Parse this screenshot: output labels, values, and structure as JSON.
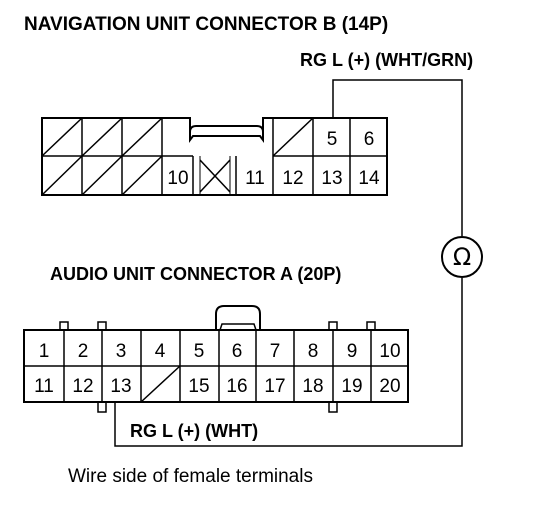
{
  "nav_connector": {
    "title": "NAVIGATION UNIT CONNECTOR B (14P)",
    "wire_label": "RG L (+) (WHT/GRN)",
    "top_row": [
      "",
      "",
      "",
      "",
      "",
      "",
      "5",
      "6"
    ],
    "bottom_row": [
      "",
      "",
      "",
      "10",
      "",
      "11",
      "12",
      "13",
      "14"
    ]
  },
  "audio_connector": {
    "title": "AUDIO UNIT CONNECTOR A (20P)",
    "wire_label": "RG L (+) (WHT)",
    "top_row": [
      "1",
      "2",
      "3",
      "4",
      "5",
      "6",
      "7",
      "8",
      "9",
      "10"
    ],
    "bottom_row": [
      "11",
      "12",
      "13",
      "",
      "15",
      "16",
      "17",
      "18",
      "19",
      "20"
    ]
  },
  "meter_symbol": "Ω",
  "caption": "Wire side of female terminals"
}
